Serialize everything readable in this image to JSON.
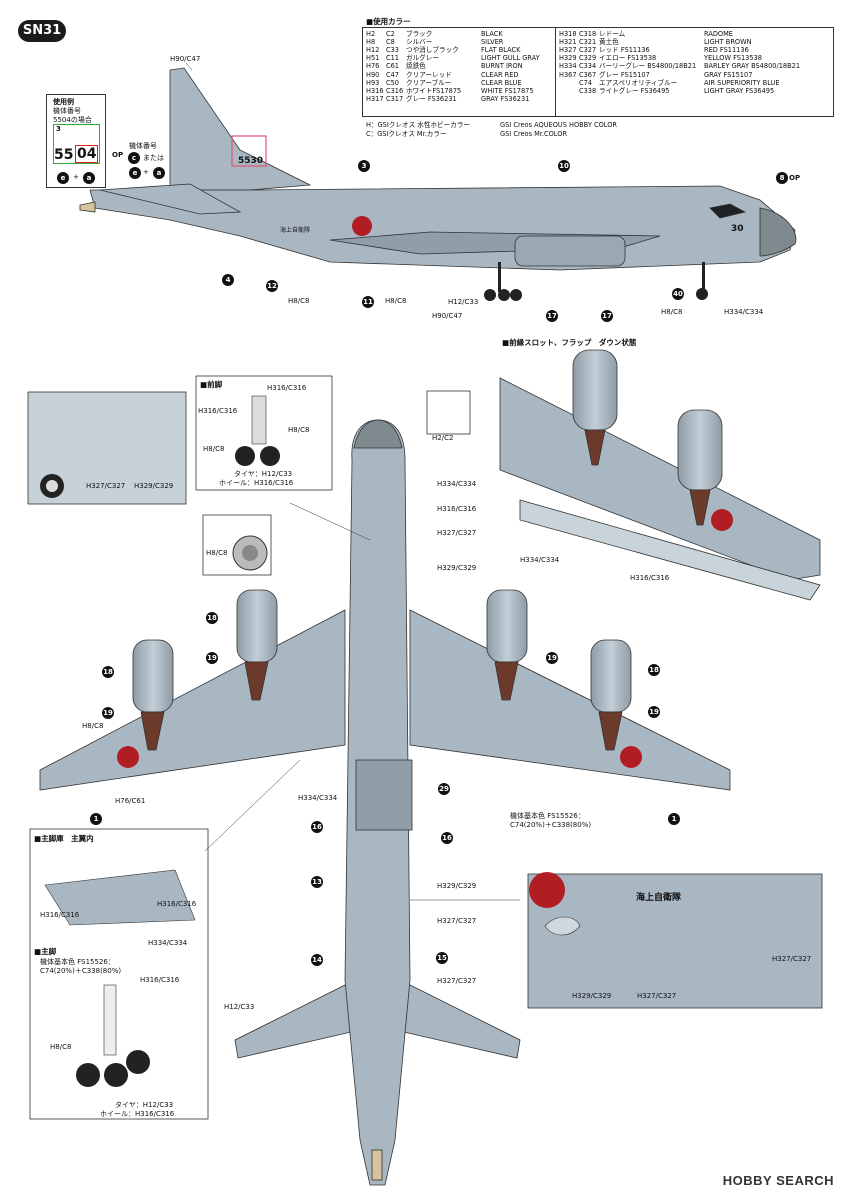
{
  "sheet_code": "SN31",
  "legend": {
    "title": "■使用カラー",
    "left": [
      [
        "H2",
        "C2",
        "ブラック",
        "BLACK"
      ],
      [
        "H8",
        "C8",
        "シルバー",
        "SILVER"
      ],
      [
        "H12",
        "C33",
        "つや消しブラック",
        "FLAT BLACK"
      ],
      [
        "H51",
        "C11",
        "ガルグレー",
        "LIGHT GULL GRAY"
      ],
      [
        "H76",
        "C61",
        "焼鉄色",
        "BURNT IRON"
      ],
      [
        "H90",
        "C47",
        "クリアーレッド",
        "CLEAR RED"
      ],
      [
        "H93",
        "C50",
        "クリアーブルー",
        "CLEAR BLUE"
      ],
      [
        "H316",
        "C316",
        "ホワイトFS17875",
        "WHITE FS17875"
      ],
      [
        "H317",
        "C317",
        "グレー FS36231",
        "GRAY FS36231"
      ]
    ],
    "right": [
      [
        "H318",
        "C318",
        "レドーム",
        "RADOME"
      ],
      [
        "H321",
        "C321",
        "黄土色",
        "LIGHT BROWN"
      ],
      [
        "H327",
        "C327",
        "レッド FS11136",
        "RED FS11136"
      ],
      [
        "H329",
        "C329",
        "イエロー FS13538",
        "YELLOW FS13538"
      ],
      [
        "H334",
        "C334",
        "バーリーグレー BS4800/18B21",
        "BARLEY GRAY BS4800/18B21"
      ],
      [
        "H367",
        "C367",
        "グレー FS15107",
        "GRAY FS15107"
      ],
      [
        "",
        "C74",
        "エアスペリオリティブルー",
        "AIR SUPERIORITY BLUE"
      ],
      [
        "",
        "C338",
        "ライトグレー FS36495",
        "LIGHT GRAY FS36495"
      ]
    ],
    "notes": [
      [
        "H：GSIクレオス 水性ホビーカラー",
        "GSI Creos AQUEOUS HOBBY COLOR"
      ],
      [
        "C：GSIクレオス Mr.カラー",
        "GSI Creos Mr.COLOR"
      ]
    ]
  },
  "example": {
    "title": "使用例",
    "line1": "機体番号",
    "line2": "5504の場合",
    "digit_top": "3",
    "number_a": "55",
    "number_b": "04",
    "formula": "+"
  },
  "tail": {
    "label_machine": "機体番号",
    "label_or": "または",
    "plus": "+",
    "op": "OP",
    "tail_number": "5530",
    "nose_number": "30",
    "fuselage_text": "海上自衛隊"
  },
  "side_labels": {
    "h90_top": "H90/C47",
    "h8_a": "H8/C8",
    "h8_b": "H8/C8",
    "h12": "H12/C33",
    "h90_bottom": "H90/C47",
    "h8_c": "H8/C8",
    "h334": "H334/C334"
  },
  "section_flaps_title": "■前縁スロット、フラップ　ダウン状態",
  "flap_labels": {
    "h334": "H334/C334",
    "h316": "H316/C316"
  },
  "nose_gear": {
    "title": "■前脚",
    "h316_a": "H316/C316",
    "h316_b": "H316/C316",
    "h8_a": "H8/C8",
    "h8_b": "H8/C8",
    "tire": "タイヤ：H12/C33",
    "wheel": "ホイール：H316/C316"
  },
  "antenna_detail": {
    "h327": "H327/C327",
    "h329": "H329/C329"
  },
  "top_view_labels": {
    "h2": "H2/C2",
    "h334_top": "H334/C334",
    "h316": "H316/C316",
    "h327": "H327/C327",
    "h329": "H329/C329",
    "h8_engine": "H8/C8",
    "h8_left": "H8/C8",
    "h76": "H76/C61",
    "h334_bay": "H334/C334",
    "body_color_1": "機体基本色 FS15526：",
    "body_color_2": "C74(20%)＋C338(80%)",
    "h329_b": "H329/C329",
    "h327_b": "H327/C327",
    "h327_c": "H327/C327",
    "h12_tail": "H12/C33"
  },
  "main_bay": {
    "title": "■主脚庫　主翼内",
    "h316_a": "H316/C316",
    "h316_b": "H316/C316",
    "h334": "H334/C334"
  },
  "main_gear": {
    "title": "■主脚",
    "body_1": "機体基本色 FS15526：",
    "body_2": "C74(20%)＋C338(80%)",
    "h316": "H316/C316",
    "h8": "H8/C8",
    "tire": "タイヤ：H12/C33",
    "wheel": "ホイール：H316/C316"
  },
  "detail_right": {
    "fuselage_text": "海上自衛隊",
    "h327_a": "H327/C327",
    "h329": "H329/C329",
    "h327_b": "H327/C327"
  },
  "callouts": [
    "3",
    "10",
    "8",
    "4",
    "12",
    "11",
    "17",
    "17",
    "40",
    "18",
    "18",
    "18",
    "19",
    "19",
    "19",
    "19",
    "1",
    "1",
    "29",
    "16",
    "16",
    "13",
    "14",
    "15"
  ],
  "watermark": "HOBBY SEARCH",
  "colors": {
    "body": "#a9b7c2",
    "body_dark": "#8f9ea9",
    "hinomaru": "#b01e24",
    "radome": "#7f8a8f",
    "line": "#333333"
  }
}
